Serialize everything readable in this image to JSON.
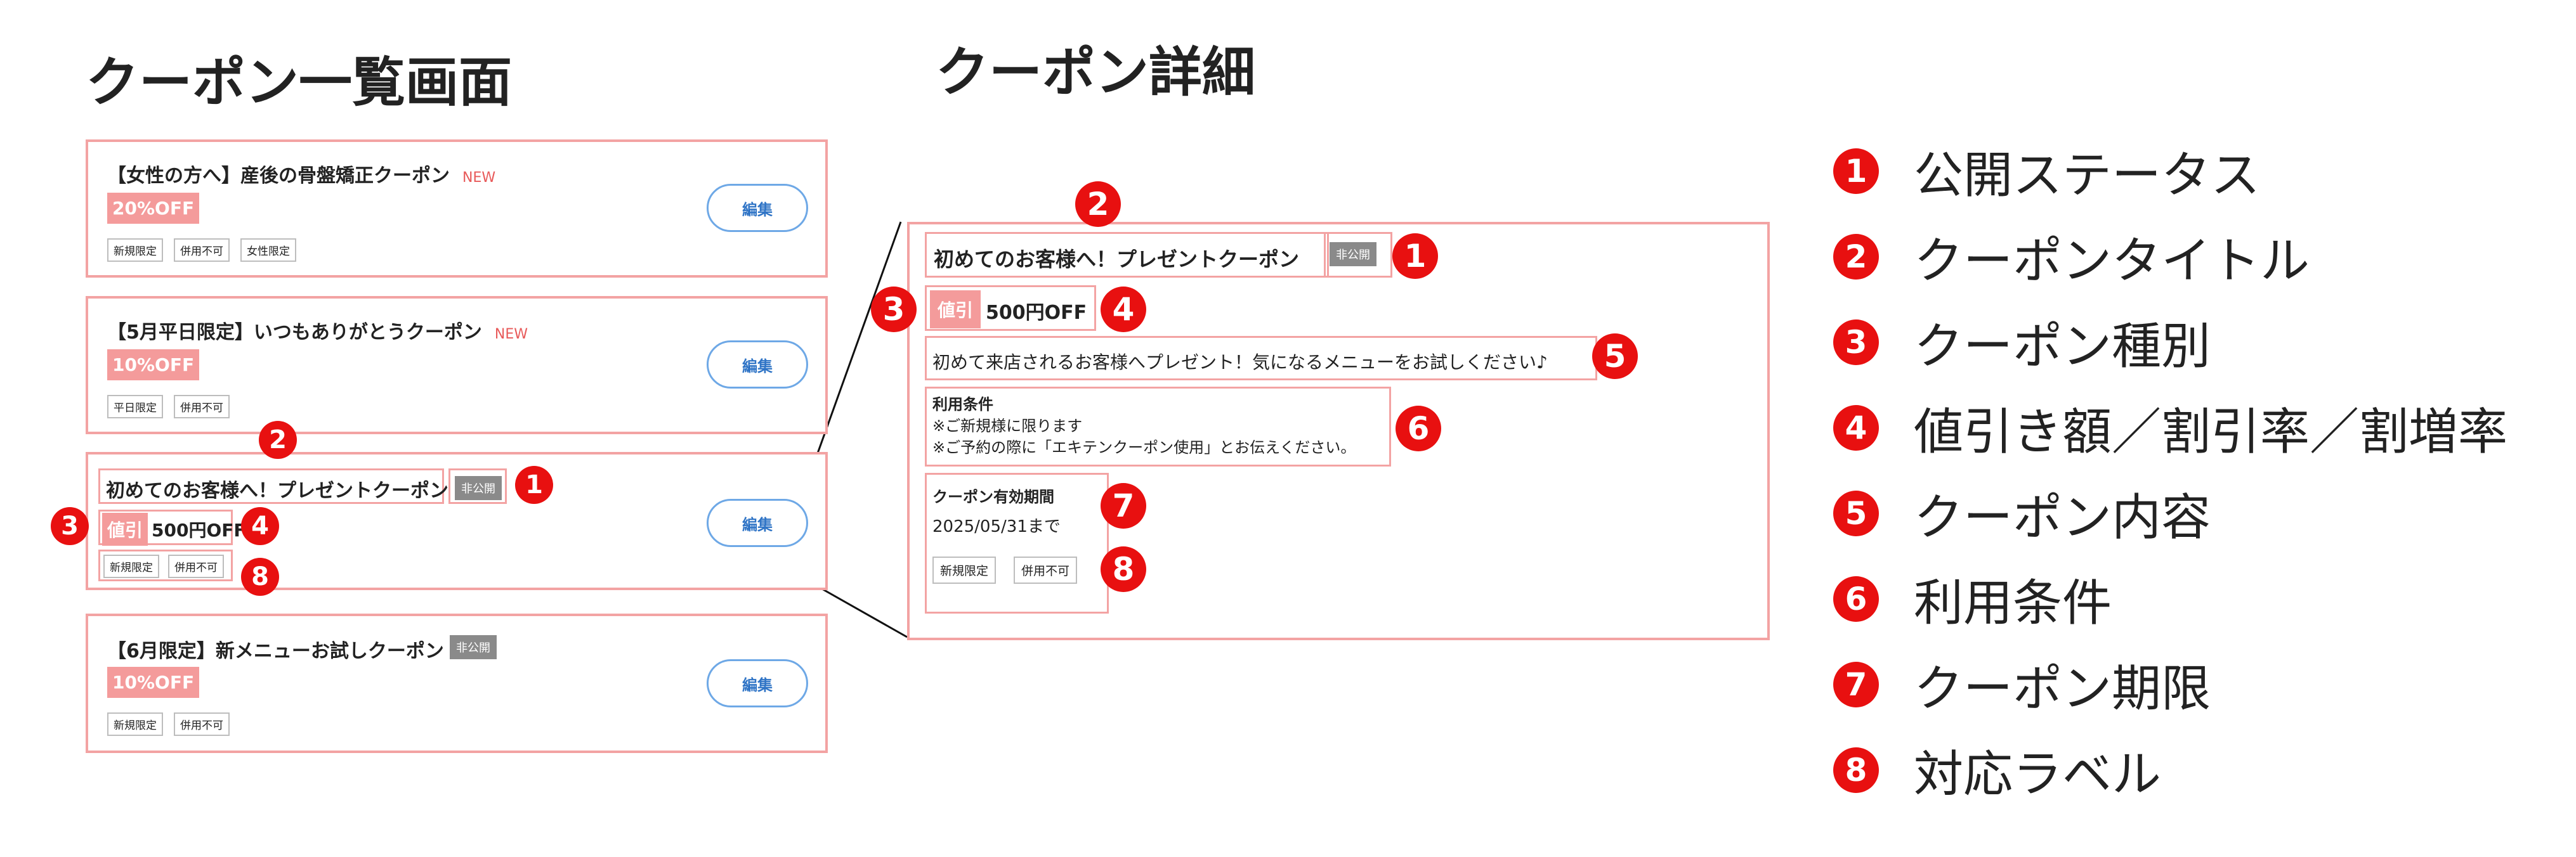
{
  "list_heading": "クーポン一覧画面",
  "detail_heading": "クーポン詳細",
  "colors": {
    "accent": "#e81010",
    "card_border": "#f3a3a3",
    "discount_bg": "#f49b9b",
    "button_border": "#6ea8e6"
  },
  "list": {
    "coupons": [
      {
        "title": "【女性の方へ】産後の骨盤矯正クーポン",
        "new_label": "NEW",
        "discount": "20%OFF",
        "tags": [
          "新規限定",
          "併用不可",
          "女性限定"
        ],
        "edit_label": "編集"
      },
      {
        "title": "【5月平日限定】いつもありがとうクーポン",
        "new_label": "NEW",
        "discount": "10%OFF",
        "tags": [
          "平日限定",
          "併用不可"
        ],
        "edit_label": "編集"
      },
      {
        "title": "初めてのお客様へ！プレゼントクーポン",
        "status": "非公開",
        "discount_type": "値引",
        "discount_amount": "500円OFF",
        "tags": [
          "新規限定",
          "併用不可"
        ],
        "edit_label": "編集"
      },
      {
        "title": "【6月限定】新メニューお試しクーポン",
        "status": "非公開",
        "discount": "10%OFF",
        "tags": [
          "新規限定",
          "併用不可"
        ],
        "edit_label": "編集"
      }
    ]
  },
  "detail": {
    "title": "初めてのお客様へ！プレゼントクーポン",
    "status": "非公開",
    "discount_type": "値引",
    "discount_amount": "500円OFF",
    "content": "初めて来店されるお客様へプレゼント！気になるメニューをお試しください♪",
    "conditions_label": "利用条件",
    "conditions": [
      "※ご新規様に限ります",
      "※ご予約の際に「エキテンクーポン使用」とお伝えください。"
    ],
    "expiry_label": "クーポン有効期間",
    "expiry": "2025/05/31まで",
    "tags": [
      "新規限定",
      "併用不可"
    ]
  },
  "numbers": [
    "1",
    "2",
    "3",
    "4",
    "5",
    "6",
    "7",
    "8"
  ],
  "legend": [
    {
      "num": "1",
      "label": "公開ステータス"
    },
    {
      "num": "2",
      "label": "クーポンタイトル"
    },
    {
      "num": "3",
      "label": "クーポン種別"
    },
    {
      "num": "4",
      "label": "値引き額／割引率／割増率"
    },
    {
      "num": "5",
      "label": "クーポン内容"
    },
    {
      "num": "6",
      "label": "利用条件"
    },
    {
      "num": "7",
      "label": "クーポン期限"
    },
    {
      "num": "8",
      "label": "対応ラベル"
    }
  ]
}
